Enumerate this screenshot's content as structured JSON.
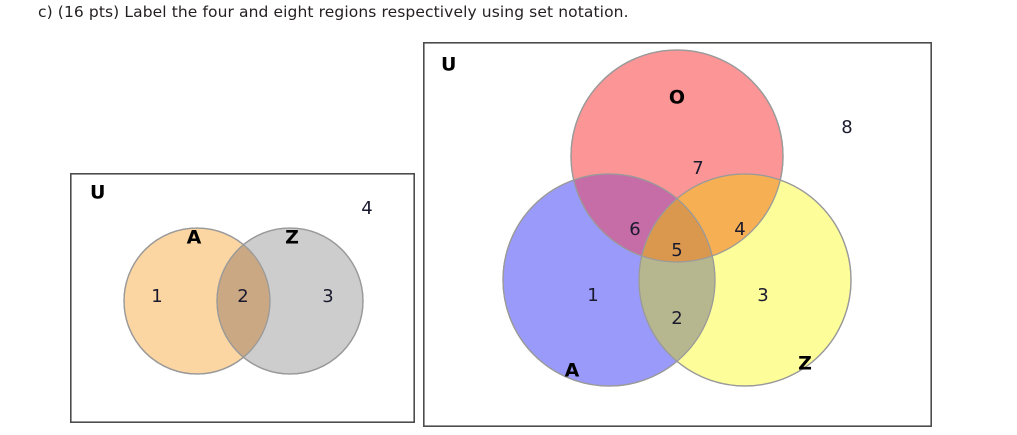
{
  "question": {
    "text": "c) (16 pts) Label the four and eight regions respectively using set notation."
  },
  "colors": {
    "frame_stroke": "#4d4d4d",
    "circle_stroke": "#9a9a9a",
    "two_set_A_fill": "#fbd5a2",
    "two_set_Z_fill": "#cdcdcd",
    "two_set_AZ_fill": "#c9a883",
    "three_set_O_fill": "#fc9595",
    "three_set_A_fill": "#9a9afb",
    "three_set_Z_fill": "#fdfd99",
    "three_set_AO_fill": "#c66ca6",
    "three_set_OZ_fill": "#f6b053",
    "three_set_AZ_fill": "#b7b78f",
    "three_set_AOZ_fill": "#da984f",
    "number_text": "#1a1a2e",
    "label_text": "#000000"
  },
  "two_set_diagram": {
    "name": "two-set-venn",
    "universe_label": "U",
    "set_labels": [
      {
        "id": "A",
        "text": "A"
      },
      {
        "id": "Z",
        "text": "Z"
      }
    ],
    "regions": [
      {
        "id": "region-1",
        "number": "1",
        "meaning": "A only"
      },
      {
        "id": "region-2",
        "number": "2",
        "meaning": "A intersect Z"
      },
      {
        "id": "region-3",
        "number": "3",
        "meaning": "Z only"
      },
      {
        "id": "region-4",
        "number": "4",
        "meaning": "outside both"
      }
    ]
  },
  "three_set_diagram": {
    "name": "three-set-venn",
    "universe_label": "U",
    "set_labels": [
      {
        "id": "O",
        "text": "O"
      },
      {
        "id": "A",
        "text": "A"
      },
      {
        "id": "Z",
        "text": "Z"
      }
    ],
    "regions": [
      {
        "id": "region-1",
        "number": "1",
        "meaning": "A only"
      },
      {
        "id": "region-2",
        "number": "2",
        "meaning": "A intersect Z only"
      },
      {
        "id": "region-3",
        "number": "3",
        "meaning": "Z only"
      },
      {
        "id": "region-4",
        "number": "4",
        "meaning": "O intersect Z only"
      },
      {
        "id": "region-5",
        "number": "5",
        "meaning": "A intersect O intersect Z"
      },
      {
        "id": "region-6",
        "number": "6",
        "meaning": "A intersect O only"
      },
      {
        "id": "region-7",
        "number": "7",
        "meaning": "O only"
      },
      {
        "id": "region-8",
        "number": "8",
        "meaning": "outside all"
      }
    ]
  }
}
